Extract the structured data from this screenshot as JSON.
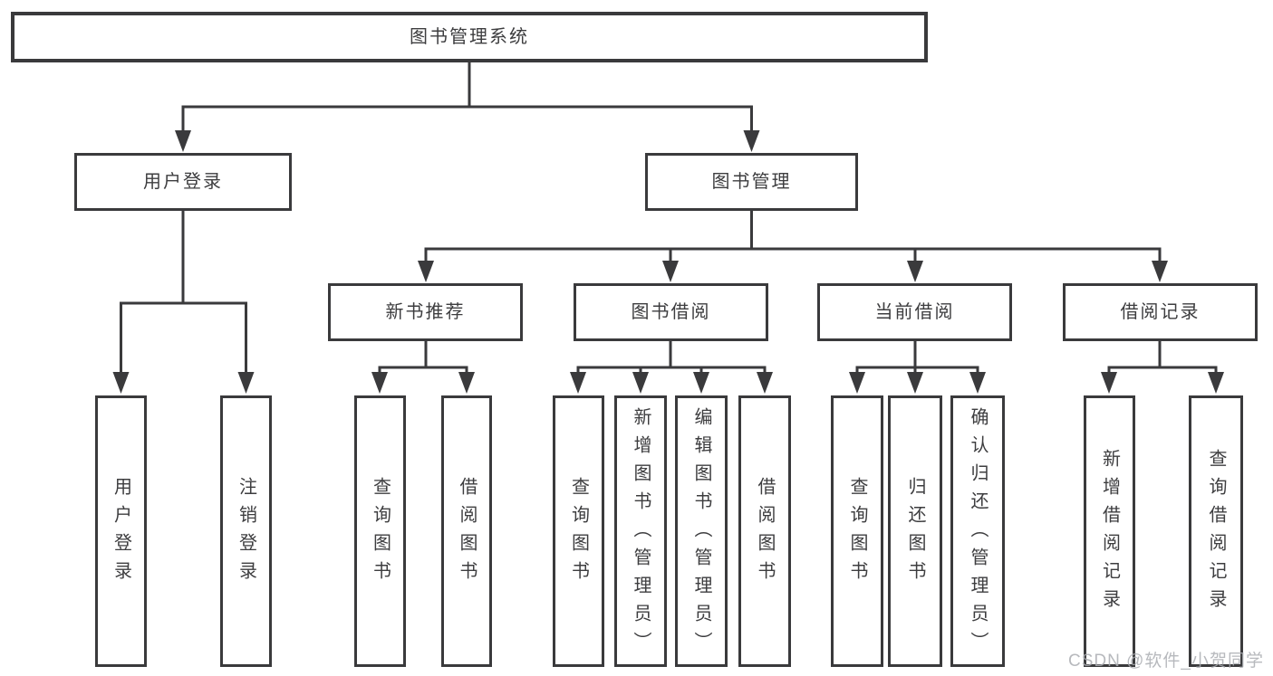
{
  "diagram": {
    "root": {
      "label": "图书管理系统"
    },
    "level2": [
      {
        "label": "用户登录"
      },
      {
        "label": "图书管理"
      }
    ],
    "level3": [
      {
        "label": "新书推荐"
      },
      {
        "label": "图书借阅"
      },
      {
        "label": "当前借阅"
      },
      {
        "label": "借阅记录"
      }
    ],
    "leaves": {
      "user_login": [
        "用户登录",
        "注销登录"
      ],
      "new_book": [
        "查询图书",
        "借阅图书"
      ],
      "book_borrow": [
        "查询图书",
        "新增图书（管理员）",
        "编辑图书（管理员）",
        "借阅图书"
      ],
      "current_borrow": [
        "查询图书",
        "归还图书",
        "确认归还（管理员）"
      ],
      "borrow_records": [
        "新增借阅记录",
        "查询借阅记录"
      ]
    }
  },
  "watermark": {
    "text": "CSDN @软件_小贺同学"
  },
  "colors": {
    "line": "#3a3a3c",
    "text": "#3d3d3f",
    "background": "#ffffff",
    "watermark": "#aaadb2"
  }
}
